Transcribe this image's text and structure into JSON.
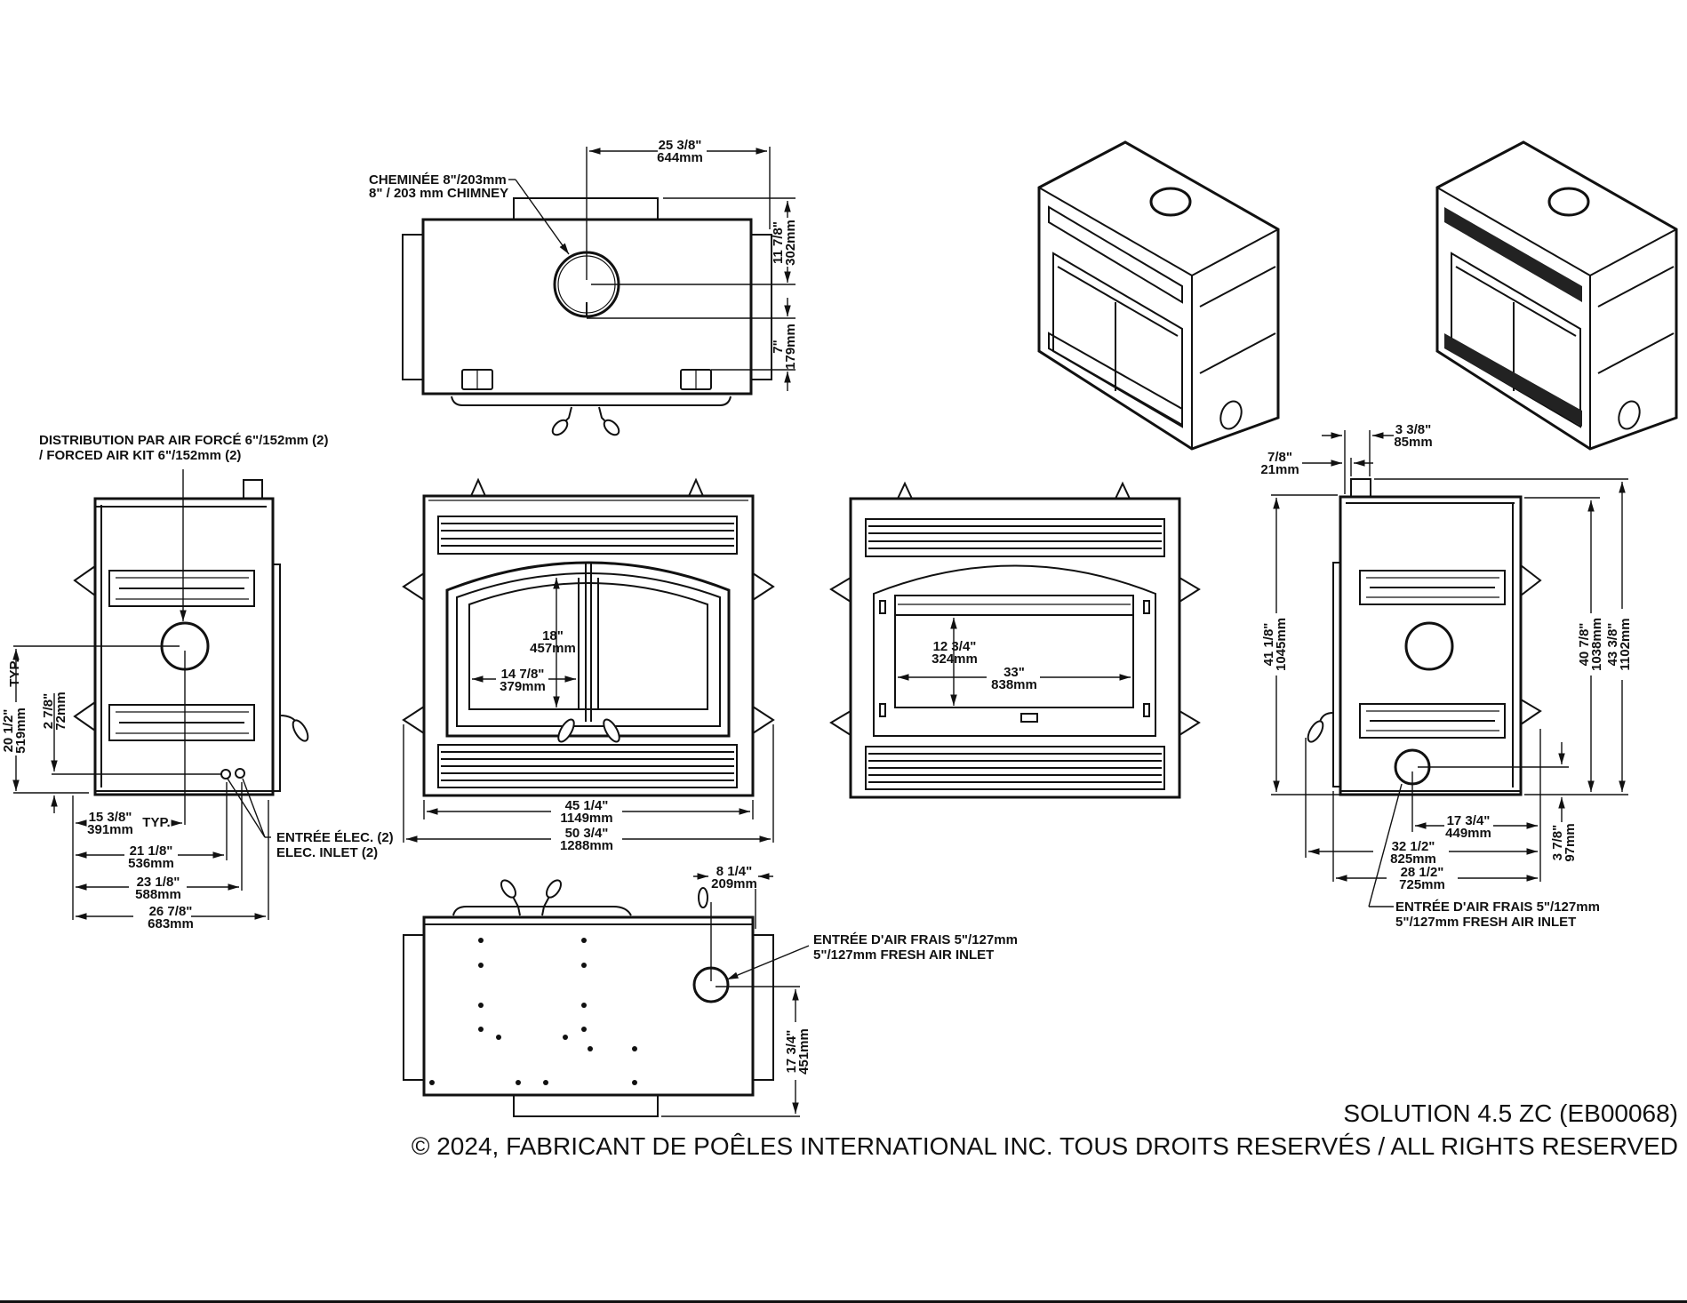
{
  "colors": {
    "ink": "#111111",
    "background": "#ffffff"
  },
  "top_view": {
    "chimney_label_fr": "CHEMINÉE 8\"/203mm",
    "chimney_label_en": "8\" / 203 mm CHIMNEY",
    "dim_width": {
      "in": "25 3/8\"",
      "mm": "644mm"
    },
    "dim_depth_a": {
      "in": "11 7/8\"",
      "mm": "302mm"
    },
    "dim_depth_b": {
      "in": "7\"",
      "mm": "179mm"
    }
  },
  "left_side_view": {
    "forced_air_label_fr": "DISTRIBUTION PAR AIR FORCÉ 6\"/152mm (2)",
    "forced_air_label_en": "/ FORCED AIR KIT 6\"/152mm (2)",
    "dim_height_typ": {
      "in": "20 1/2\"",
      "mm": "519mm",
      "suffix": "TYP."
    },
    "dim_elec_height": {
      "in": "2 7/8\"",
      "mm": "72mm"
    },
    "dim_duct_offset": {
      "in": "15 3/8\"",
      "mm": "391mm",
      "suffix": "TYP."
    },
    "dim_elec_a": {
      "in": "21 1/8\"",
      "mm": "536mm"
    },
    "dim_elec_b": {
      "in": "23 1/8\"",
      "mm": "588mm"
    },
    "dim_depth": {
      "in": "26 7/8\"",
      "mm": "683mm"
    },
    "elec_label_fr": "ENTRÉE ÉLEC. (2)",
    "elec_label_en": "ELEC. INLET (2)"
  },
  "front_view_doors": {
    "dim_glass_height": {
      "in": "18\"",
      "mm": "457mm"
    },
    "dim_glass_width": {
      "in": "14 7/8\"",
      "mm": "379mm"
    },
    "dim_front_width": {
      "in": "45 1/4\"",
      "mm": "1149mm"
    },
    "dim_overall_width": {
      "in": "50 3/4\"",
      "mm": "1288mm"
    }
  },
  "front_view_opening": {
    "dim_opening_height": {
      "in": "12 3/4\"",
      "mm": "324mm"
    },
    "dim_opening_width": {
      "in": "33\"",
      "mm": "838mm"
    }
  },
  "right_side_view": {
    "dim_front_offset": {
      "in": "7/8\"",
      "mm": "21mm"
    },
    "dim_collar": {
      "in": "3 3/8\"",
      "mm": "85mm"
    },
    "dim_height_front": {
      "in": "41 1/8\"",
      "mm": "1045mm"
    },
    "dim_height_body": {
      "in": "40 7/8\"",
      "mm": "1038mm"
    },
    "dim_height_overall": {
      "in": "43 3/8\"",
      "mm": "1102mm"
    },
    "dim_inlet_offset": {
      "in": "17 3/4\"",
      "mm": "449mm"
    },
    "dim_inlet_height": {
      "in": "3 7/8\"",
      "mm": "97mm"
    },
    "dim_depth_overall": {
      "in": "32 1/2\"",
      "mm": "825mm"
    },
    "dim_depth_body": {
      "in": "28 1/2\"",
      "mm": "725mm"
    },
    "fresh_air_label_fr": "ENTRÉE D'AIR FRAIS 5\"/127mm",
    "fresh_air_label_en": "5\"/127mm FRESH AIR INLET"
  },
  "bottom_view": {
    "dim_inlet_side": {
      "in": "8 1/4\"",
      "mm": "209mm"
    },
    "dim_inlet_depth": {
      "in": "17 3/4\"",
      "mm": "451mm"
    },
    "fresh_air_label_fr": "ENTRÉE D'AIR FRAIS 5\"/127mm",
    "fresh_air_label_en": "5\"/127mm FRESH AIR INLET"
  },
  "footer": {
    "model": "SOLUTION 4.5 ZC (EB00068)",
    "copyright": "© 2024, FABRICANT DE POÊLES INTERNATIONAL INC. TOUS DROITS RESERVÉS / ALL RIGHTS RESERVED"
  }
}
